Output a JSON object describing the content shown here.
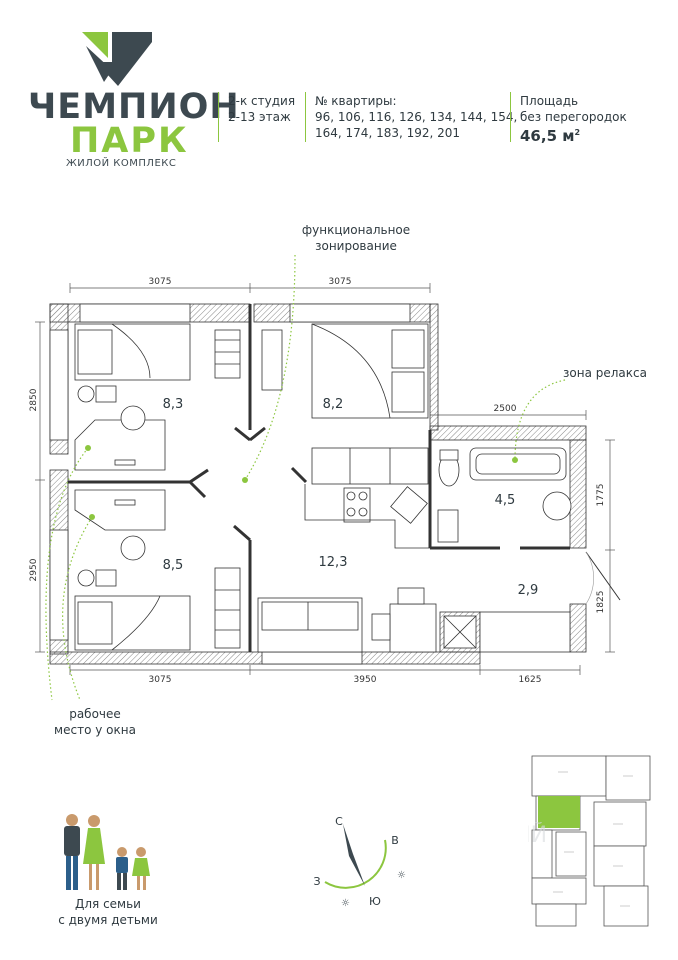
{
  "brand": {
    "name_line1": "ЧЕМПИОН",
    "name_line2": "ПАРК",
    "subtitle": "ЖИЛОЙ КОМПЛЕКС",
    "colors": {
      "green": "#8cc63f",
      "dark": "#3d4950"
    }
  },
  "header": {
    "type_line1": "2-к студия",
    "type_line2": "2-13 этаж",
    "apartments_label": "№ квартиры:",
    "apartments_line1": "96, 106, 116, 126, 134, 144, 154,",
    "apartments_line2": "164, 174, 183, 192, 201",
    "area_label_line1": "Площадь",
    "area_label_line2": "без перегородок",
    "area_value": "46,5 м",
    "area_unit_sup": "2"
  },
  "plan": {
    "dimensions": {
      "top_left": "3075",
      "top_right": "3075",
      "bath_top": "2500",
      "left_top": "2850",
      "left_bottom": "2950",
      "right_bath": "1775",
      "right_entry": "1825",
      "bottom_left": "3075",
      "bottom_mid": "3950",
      "bottom_right": "1625"
    },
    "rooms": {
      "bedroom_top_left": "8,3",
      "bedroom_top_right": "8,2",
      "bedroom_bottom_left": "8,5",
      "living": "12,3",
      "bathroom": "4,5",
      "hall": "2,9"
    }
  },
  "annotations": {
    "zoning_line1": "функциональное",
    "zoning_line2": "зонирование",
    "relax": "зона релакса",
    "workplace_line1": "рабочее",
    "workplace_line2": "место у окна",
    "family_line1": "Для семьи",
    "family_line2": "с двумя детьми"
  },
  "compass": {
    "north": "С",
    "east": "В",
    "west": "З",
    "south": "Ю"
  },
  "key_plan": {
    "watermark": "ШИРОКИЙ"
  }
}
